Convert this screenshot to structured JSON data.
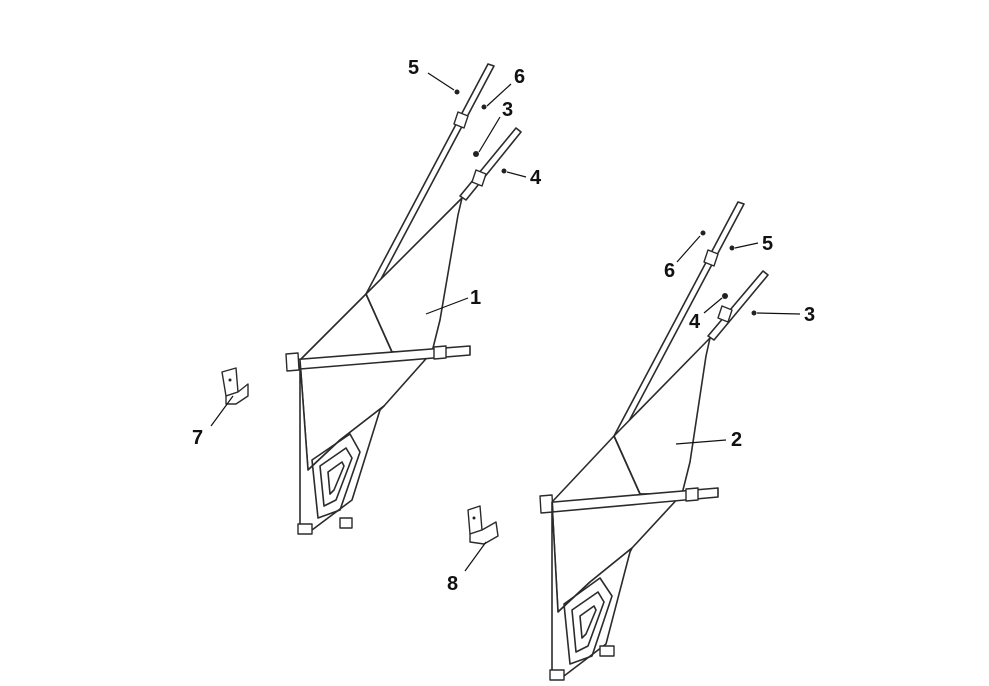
{
  "colors": {
    "line": "#2b2b2b",
    "mesh": "#333333",
    "text": "#111111",
    "background": "#ffffff"
  },
  "callouts": {
    "left_net": "1",
    "right_net": "2",
    "left_nut": "3",
    "left_washer": "4",
    "left_bolt_top": "5",
    "left_screw": "6",
    "bracket_left": "7",
    "bracket_right": "8",
    "right_screw": "6",
    "right_bolt_top": "5",
    "right_washer": "4",
    "right_nut": "3"
  }
}
